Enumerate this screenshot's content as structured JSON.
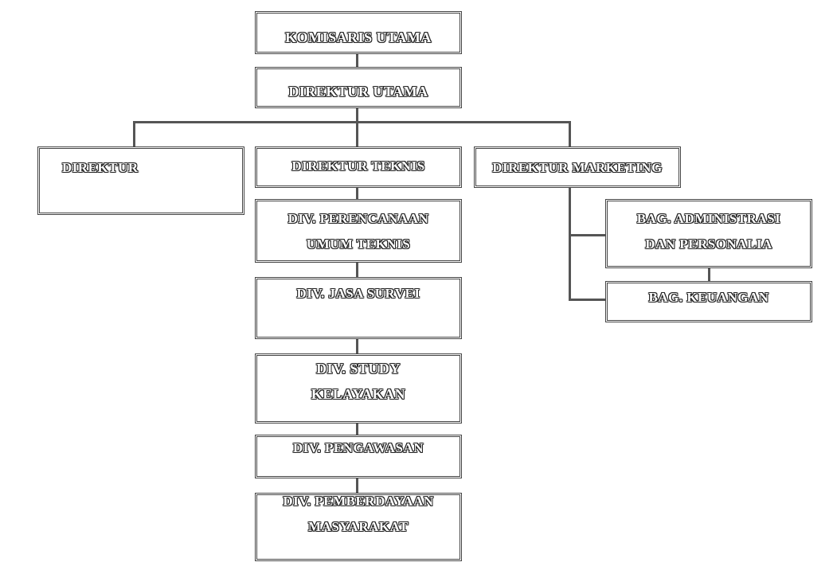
{
  "chart": {
    "komisaris": "KOMISARIS UTAMA",
    "direktur_utama": "DIREKTUR UTAMA",
    "direktur": "DIREKTUR",
    "direktur_teknis": "DIREKTUR TEKNIS",
    "direktur_marketing": "DIREKTUR MARKETING",
    "div_perencanaan": [
      "DIV. PERENCANAAN",
      "UMUM TEKNIS"
    ],
    "div_jasa_survei": "DIV. JASA SURVEI",
    "div_study": [
      "DIV.  STUDY",
      "KELAYAKAN"
    ],
    "div_pengawasan": "DIV. PENGAWASAN",
    "div_pemberdayaan": [
      "DIV. PEMBERDAYAAN",
      "MASYARAKAT"
    ],
    "bag_administrasi": [
      "BAG. ADMINISTRASI",
      "DAN PERSONALIA"
    ],
    "bag_keuangan": "BAG. KEUANGAN"
  },
  "colors": {
    "line": "#555555",
    "border": "#444444",
    "background": "#ffffff"
  }
}
